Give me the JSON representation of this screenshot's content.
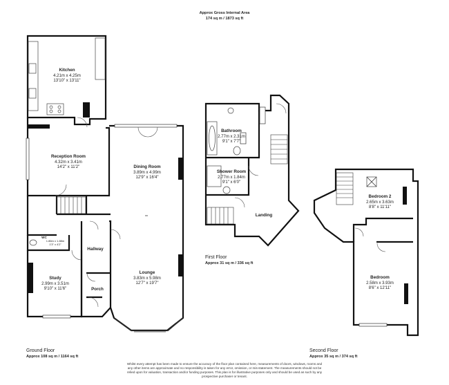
{
  "header": {
    "title": "Approx Gross Internal Area",
    "area": "174 sq m / 1873 sq ft"
  },
  "ground_floor": {
    "name": "Ground Floor",
    "area": "Approx 108 sq m / 1164 sq ft",
    "rooms": {
      "kitchen": {
        "name": "Kitchen",
        "metric": "4.21m x 4.25m",
        "imperial": "13'10\" x 13'11\""
      },
      "reception": {
        "name": "Reception Room",
        "metric": "4.32m x 3.41m",
        "imperial": "14'2\" x 11'2\""
      },
      "dining": {
        "name": "Dining Room",
        "metric": "3.89m x 4.99m",
        "imperial": "12'9\" x 16'4\""
      },
      "wc": {
        "name": "WC",
        "metric": "1.86m x 1.88m",
        "imperial": "1'3\" x 4'2\""
      },
      "hallway": {
        "name": "Hallway"
      },
      "study": {
        "name": "Study",
        "metric": "2.99m x 3.51m",
        "imperial": "9'10\" x 11'6\""
      },
      "lounge": {
        "name": "Lounge",
        "metric": "3.83m x 5.98m",
        "imperial": "12'7\" x 19'7\""
      },
      "porch": {
        "name": "Porch"
      }
    }
  },
  "first_floor": {
    "name": "First Floor",
    "area": "Approx 31 sq m / 336 sq ft",
    "rooms": {
      "bathroom": {
        "name": "Bathroom",
        "metric": "2.77m x 2.31m",
        "imperial": "9'1\" x 7'7\""
      },
      "shower": {
        "name": "Shower Room",
        "metric": "2.77m x 1.84m",
        "imperial": "9'1\" x 6'0\""
      },
      "landing": {
        "name": "Landing"
      }
    }
  },
  "second_floor": {
    "name": "Second Floor",
    "area": "Approx 35 sq m / 374 sq ft",
    "rooms": {
      "bedroom2": {
        "name": "Bedroom 2",
        "metric": "2.65m x 3.63m",
        "imperial": "8'8\" x 11'11\""
      },
      "bedroom": {
        "name": "Bedroom",
        "metric": "2.58m x 3.93m",
        "imperial": "8'6\" x 12'11\""
      }
    }
  },
  "disclaimer": [
    "Whilst every attempt has been made to ensure the accuracy of the floor plan contained here, measurements of doors, windows, rooms and",
    "any other items are approximate and no responsibility is taken for any error, omission, or mis-statement. The measurements should not be",
    "relied upon for valuation, transaction and/or funding purposes. This plan is for illustrative purposes only and should be used as such by any",
    "prospective purchaser or tenant."
  ]
}
